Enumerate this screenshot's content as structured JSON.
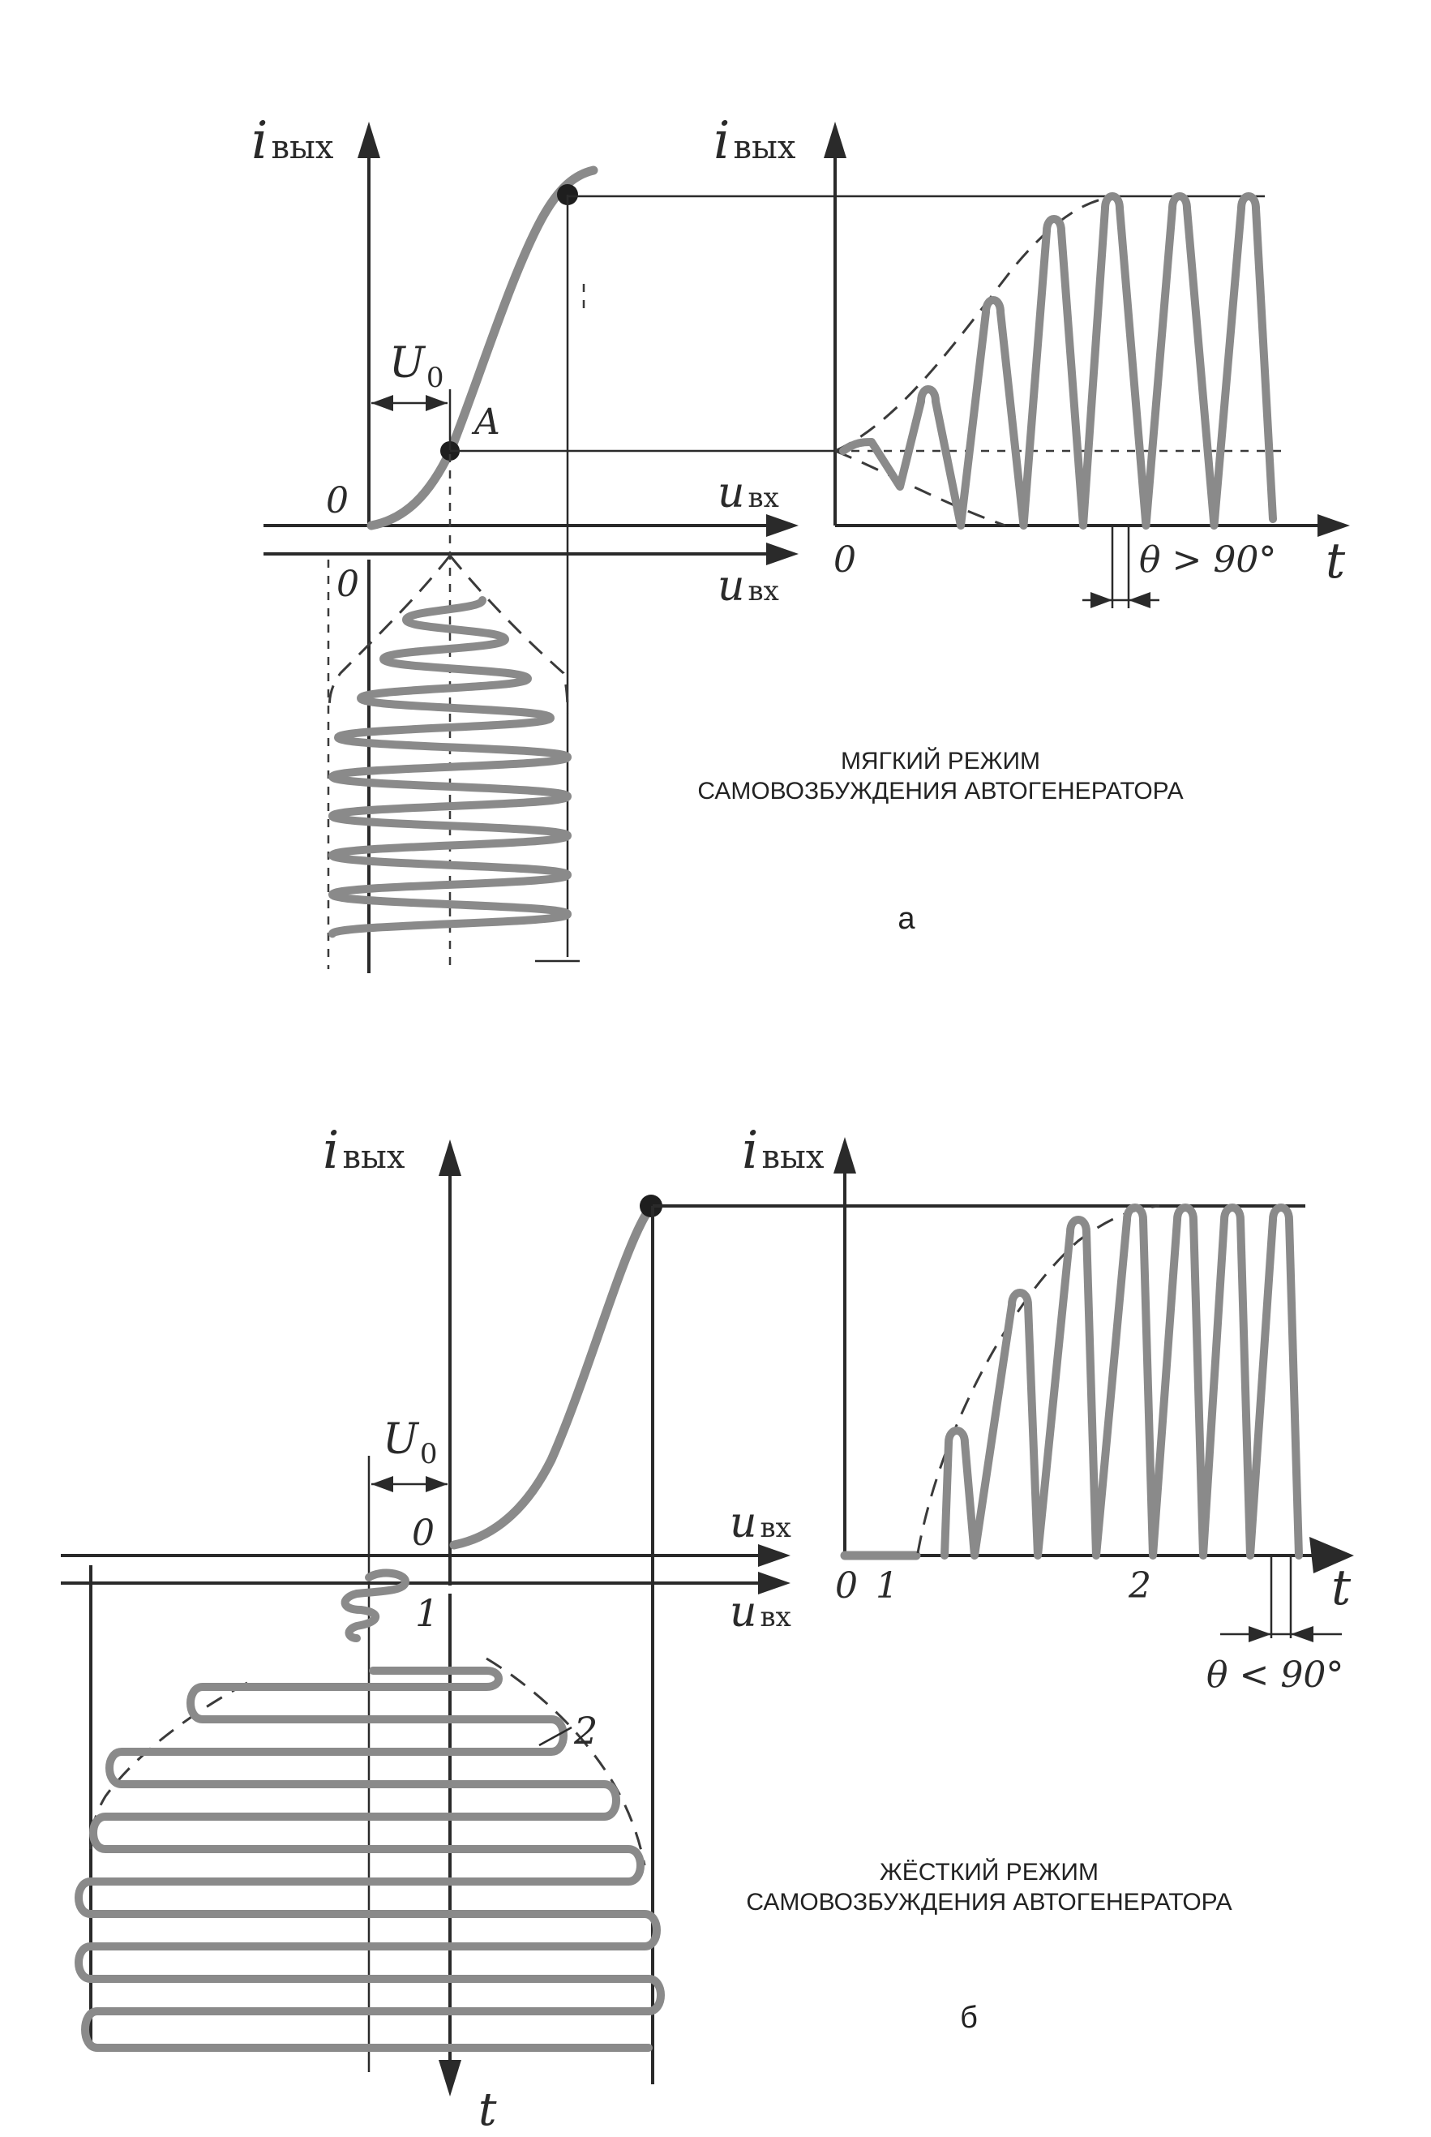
{
  "panel_a": {
    "left": {
      "y_label_main": "i",
      "y_label_sub": "вых",
      "x_label_main": "u",
      "x_label_sub": "вх",
      "x2_label_main": "u",
      "x2_label_sub": "вх",
      "origin_label": "0",
      "origin2_label": "0",
      "bias_label_main": "U",
      "bias_label_sub": "0",
      "point_label": "A"
    },
    "right": {
      "y_label_main": "i",
      "y_label_sub": "вых",
      "origin_label": "0",
      "t_label": "t",
      "angle_label": "θ > 90°"
    },
    "caption_line1": "МЯГКИЙ РЕЖИМ",
    "caption_line2": "САМОВОЗБУЖДЕНИЯ АВТОГЕНЕРАТОРА",
    "letter": "а"
  },
  "panel_b": {
    "left": {
      "y_label_main": "i",
      "y_label_sub": "вых",
      "x_label_main": "u",
      "x_label_sub": "вх",
      "x2_label_main": "u",
      "x2_label_sub": "вх",
      "origin_label": "0",
      "bias_label_main": "U",
      "bias_label_sub": "0",
      "t_label": "t",
      "marker_1": "1",
      "marker_2": "2"
    },
    "right": {
      "y_label_main": "i",
      "y_label_sub": "вых",
      "origin_label": "0",
      "marker_1": "1",
      "marker_2": "2",
      "t_label": "t",
      "angle_label": "θ < 90°"
    },
    "caption_line1": "ЖЁСТКИЙ РЕЖИМ",
    "caption_line2": "САМОВОЗБУЖДЕНИЯ АВТОГЕНЕРАТОРА",
    "letter": "б"
  },
  "colors": {
    "ink": "#2a2a2a",
    "trace": "#8a8a8a",
    "background": "#ffffff"
  }
}
